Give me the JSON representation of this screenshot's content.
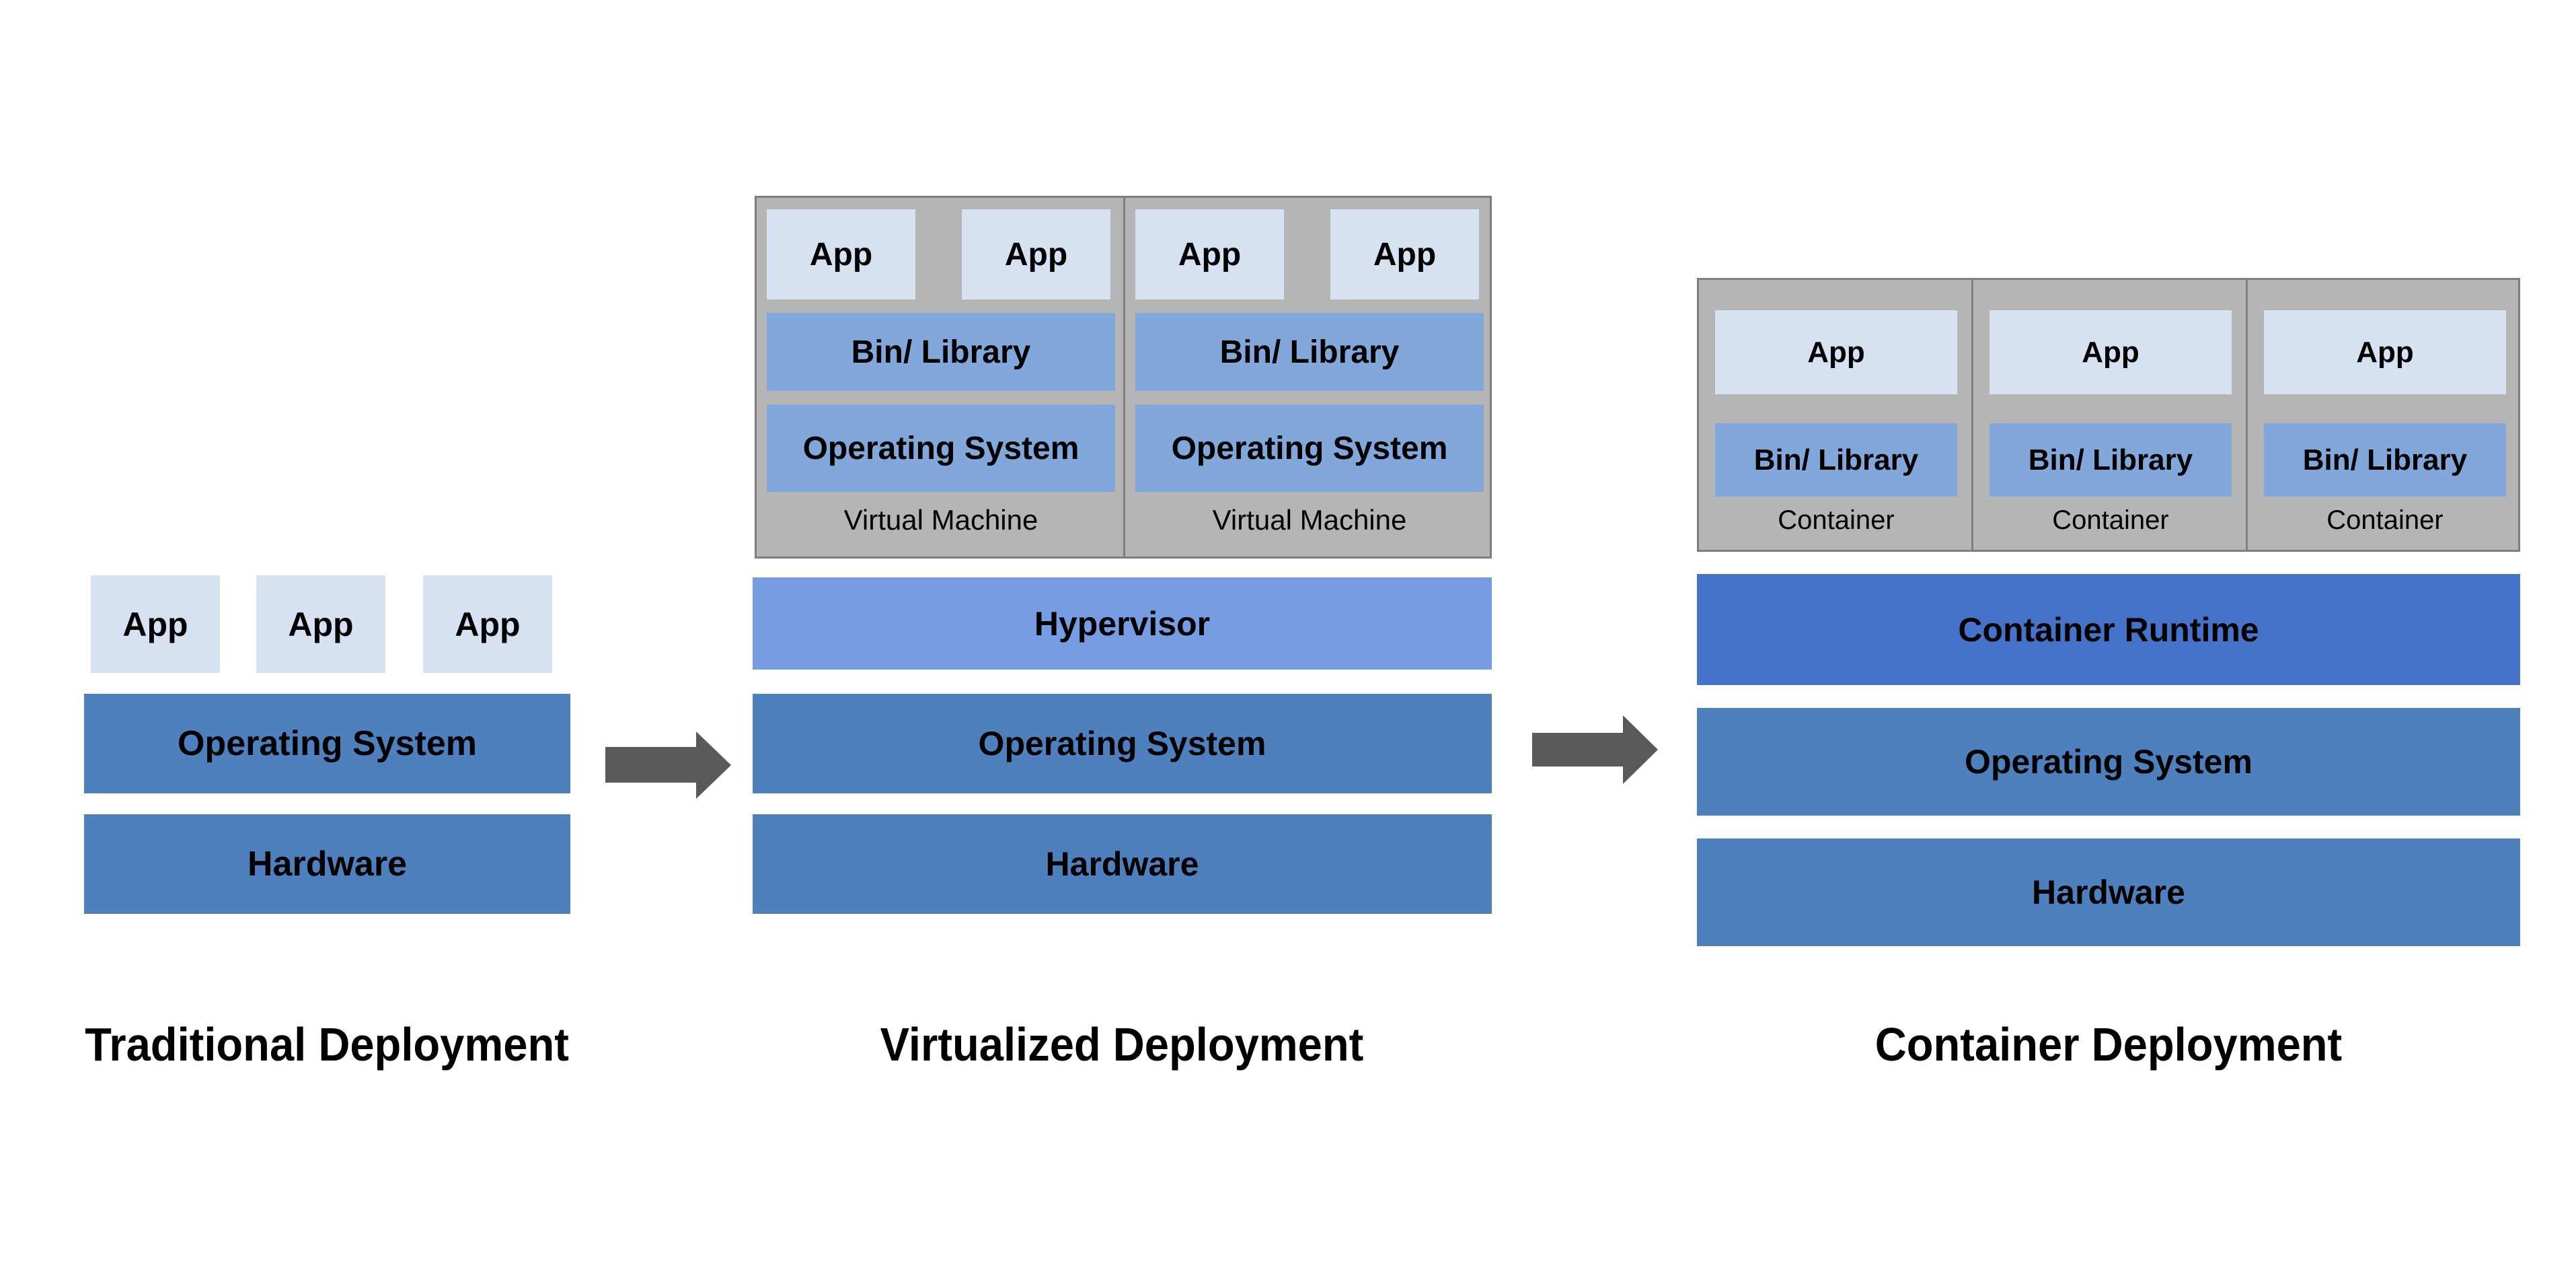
{
  "colors": {
    "background": "#FFFFFF",
    "app_light": "#D6E2F2",
    "inner_blue": "#82A7DA",
    "row_blue": "#4E80BE",
    "hypervisor_blue": "#769DE3",
    "runtime_blue": "#4573C9",
    "group_gray": "#B5B5B5",
    "group_border": "#7E7E7E",
    "arrow_gray": "#595959",
    "text_black": "#000000"
  },
  "traditional": {
    "title": "Traditional Deployment",
    "apps": [
      "App",
      "App",
      "App"
    ],
    "os_label": "Operating System",
    "hardware_label": "Hardware"
  },
  "virtualized": {
    "title": "Virtualized Deployment",
    "vms": [
      {
        "apps": [
          "App",
          "App"
        ],
        "bin_label": "Bin/ Library",
        "os_label": "Operating System",
        "label": "Virtual Machine"
      },
      {
        "apps": [
          "App",
          "App"
        ],
        "bin_label": "Bin/ Library",
        "os_label": "Operating System",
        "label": "Virtual Machine"
      }
    ],
    "hypervisor_label": "Hypervisor",
    "os_label": "Operating System",
    "hardware_label": "Hardware"
  },
  "container": {
    "title": "Container Deployment",
    "containers": [
      {
        "app": "App",
        "bin_label": "Bin/ Library",
        "label": "Container"
      },
      {
        "app": "App",
        "bin_label": "Bin/ Library",
        "label": "Container"
      },
      {
        "app": "App",
        "bin_label": "Bin/ Library",
        "label": "Container"
      }
    ],
    "runtime_label": "Container Runtime",
    "os_label": "Operating System",
    "hardware_label": "Hardware"
  }
}
